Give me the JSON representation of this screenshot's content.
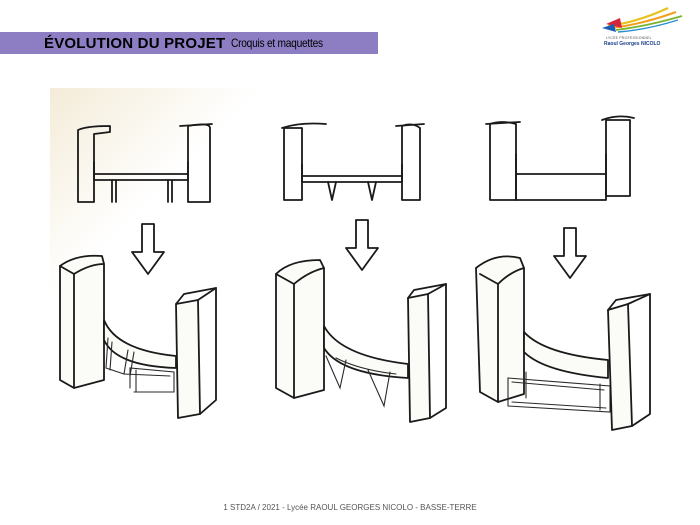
{
  "header": {
    "title": "ÉVOLUTION DU PROJET",
    "subtitle": "Croquis et maquettes",
    "bar_color": "#8d7ec3"
  },
  "logo": {
    "school_small": "LYCÉE PROFESSIONNEL",
    "school_name": "Raoul Georges NICOLO"
  },
  "figure": {
    "description_icon": "bench-sketches"
  },
  "footer": {
    "text": "1 STD2A / 2021 - Lycée RAOUL GEORGES NICOLO - BASSE-TERRE"
  }
}
